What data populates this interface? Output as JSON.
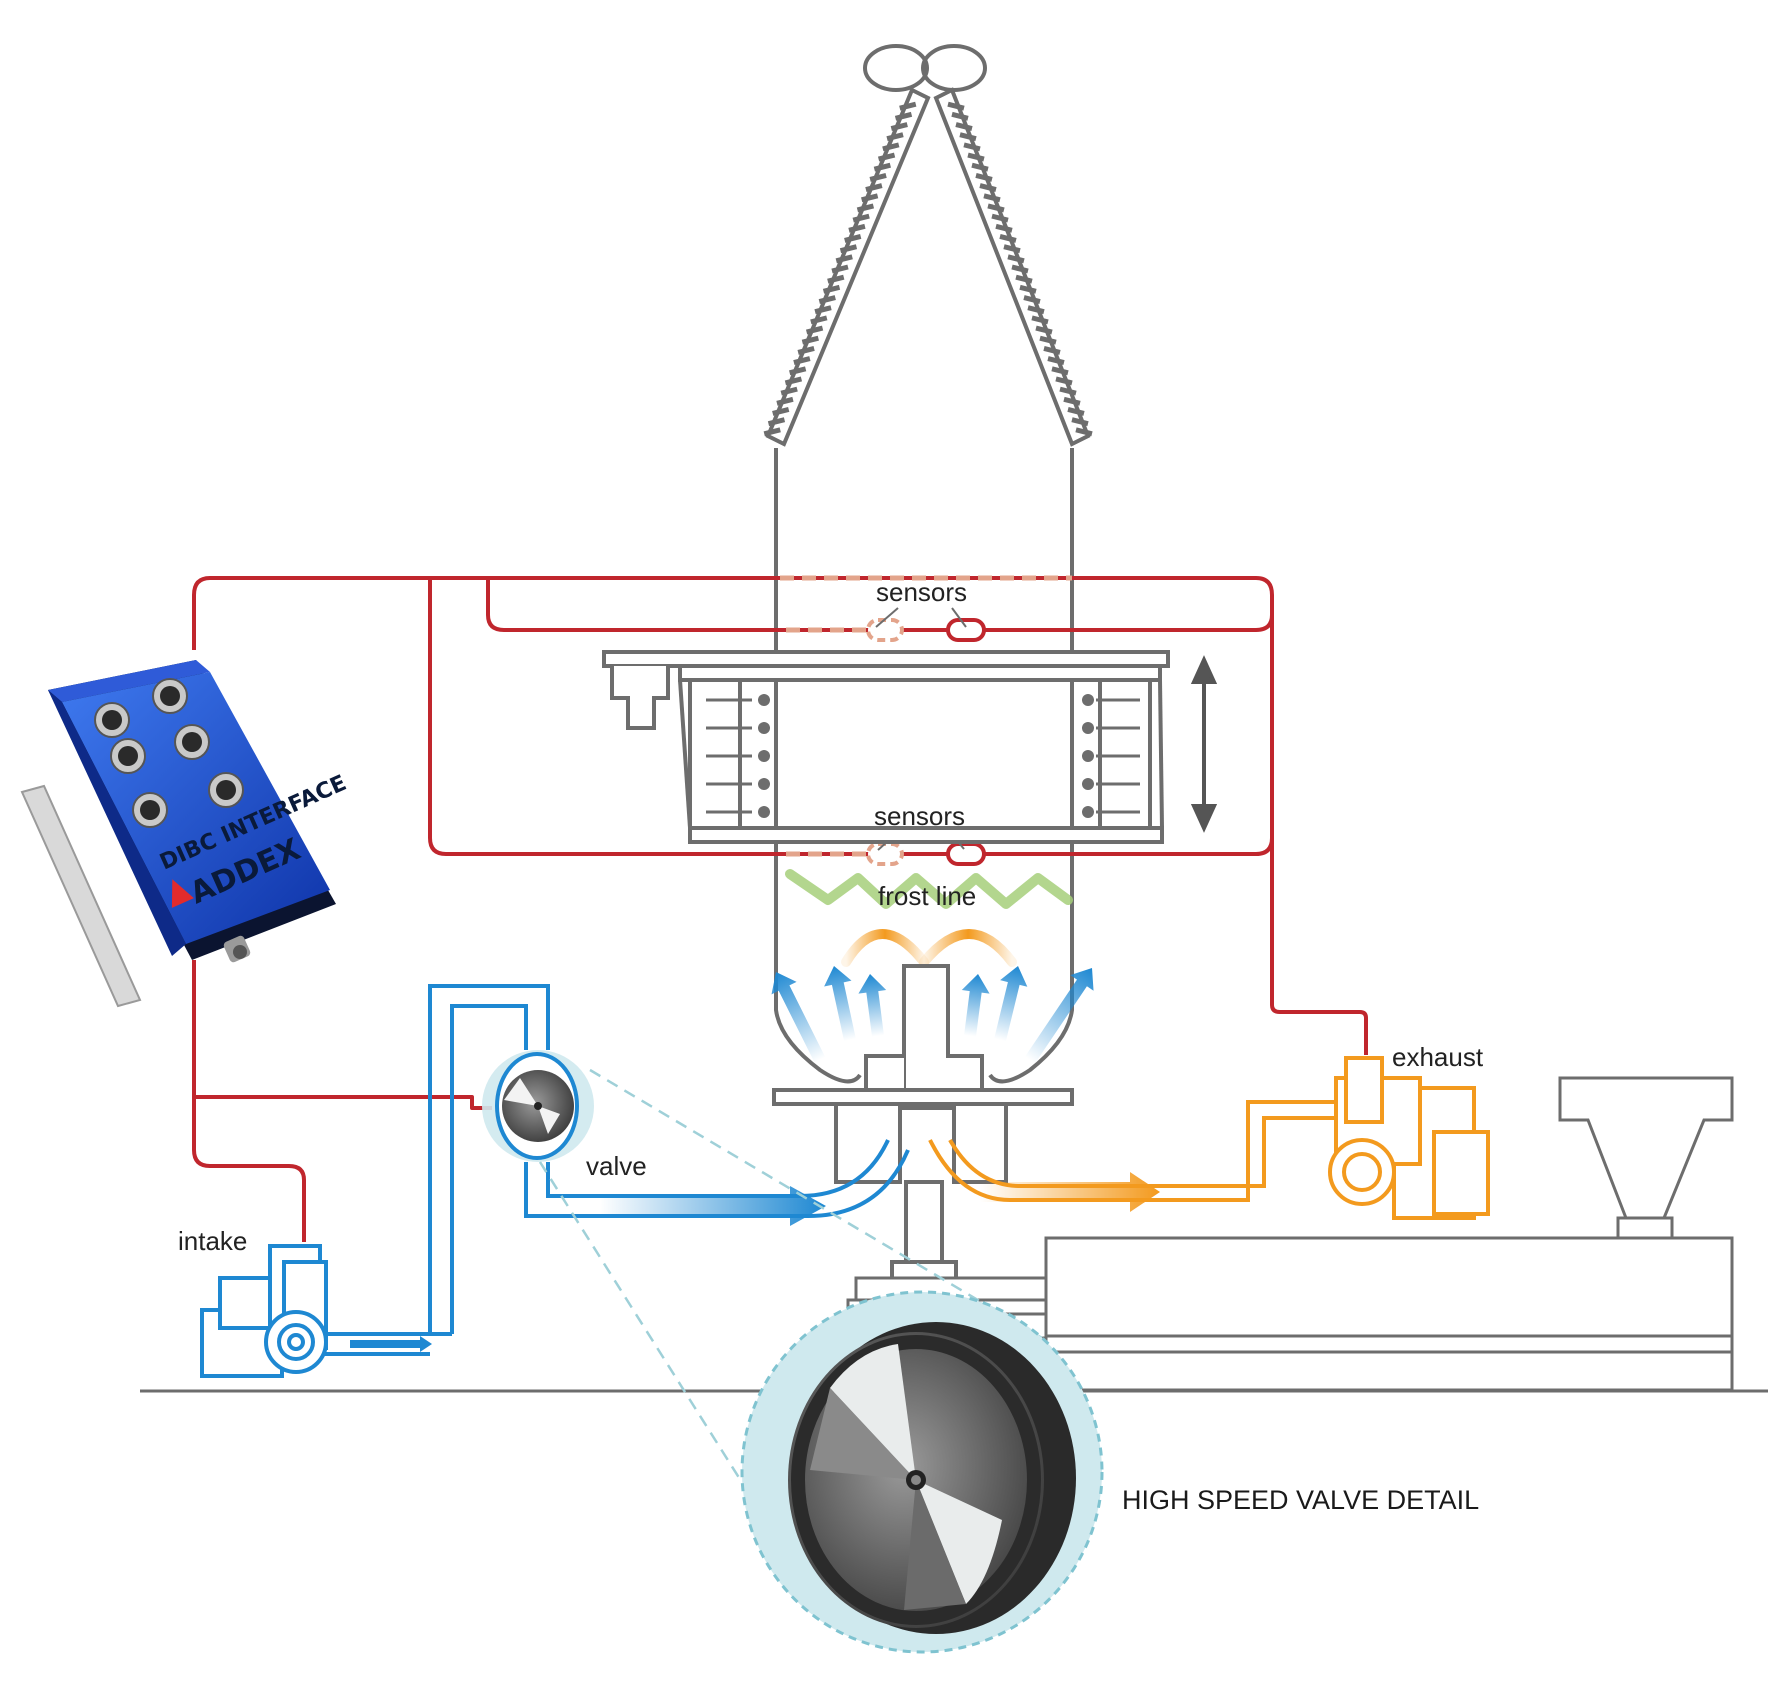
{
  "labels": {
    "sensors_upper": "sensors",
    "sensors_lower": "sensors",
    "frost_line": "frost line",
    "exhaust": "exhaust",
    "valve": "valve",
    "intake": "intake",
    "valve_detail": "HIGH SPEED VALVE DETAIL"
  },
  "device": {
    "model": "DIBC INTERFACE",
    "brand": "ADDEX"
  },
  "colors": {
    "control_wire": "#c0262d",
    "cooling_air": "#1e88d2",
    "exhaust_air": "#f39a1e",
    "frost_line": "#a6cf7a",
    "machine": "#6d6d6d",
    "device_body": "#1b4fd0",
    "detail_halo": "#cfe9ee"
  }
}
